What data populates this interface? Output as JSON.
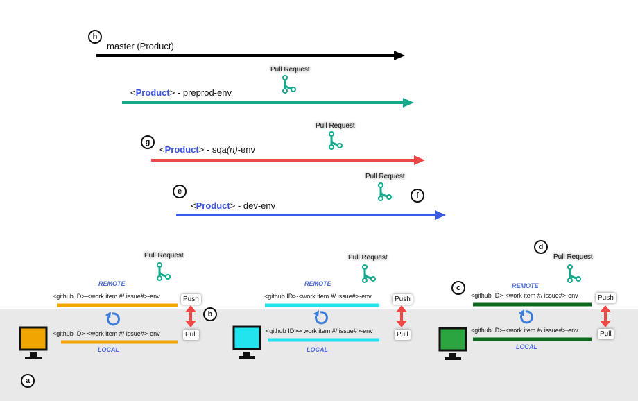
{
  "branches": {
    "master": "master (Product)",
    "preprod": {
      "open": "<",
      "product": "Product",
      "close": ">",
      "suffix": " - preprod-env"
    },
    "sqa": {
      "open": "<",
      "product": "Product",
      "close": ">",
      "suffix_a": " - sqa",
      "suffix_n": "(n)",
      "suffix_b": "-env"
    },
    "dev": {
      "open": "<",
      "product": "Product",
      "close": ">",
      "suffix": " - dev-env"
    }
  },
  "pull_request": "Pull Request",
  "env_branch": "<github ID>-<work item #/ issue#>-env",
  "remote_label": "REMOTE",
  "local_label": "LOCAL",
  "push_label": "Push",
  "pull_label": "Pull",
  "markers": {
    "a": "a",
    "b": "b",
    "c": "c",
    "d": "d",
    "e": "e",
    "f": "f",
    "g": "g",
    "h": "h"
  },
  "colors": {
    "master": "#000000",
    "preprod": "#14a98b",
    "sqa": "#ef4646",
    "dev": "#3b5ce8",
    "pr_icon": "#14a98b",
    "sync_icon": "#3d7dd8",
    "push_pull": "#ef4646",
    "dev1": "#f0a500",
    "dev2": "#21e4ee",
    "dev3": "#0e6a1f"
  }
}
